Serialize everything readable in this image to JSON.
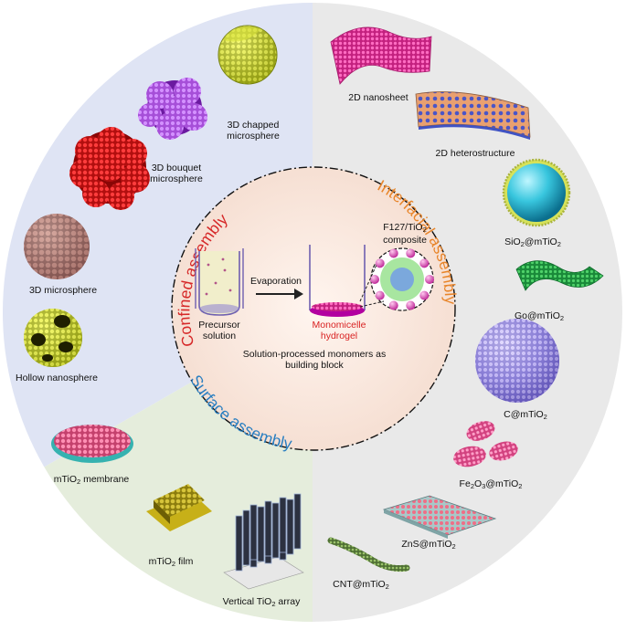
{
  "sectors": {
    "confined": {
      "title": "Confined assembly",
      "color": "#d62828",
      "bg": "#dfe4f4"
    },
    "interfacial": {
      "title": "Interfacial assembly",
      "color": "#e8852a",
      "bg": "#e9e9e9"
    },
    "surface": {
      "title": "Surface assembly",
      "color": "#2a7fc1",
      "bg": "#e5eddc"
    }
  },
  "center": {
    "precursor": [
      "Precursor",
      "solution"
    ],
    "arrow_label": "Evaporation",
    "hydrogel": [
      "Monomicelle",
      "hydrogel"
    ],
    "composite": [
      "F127/TiO",
      "2",
      " composite"
    ],
    "caption": [
      "Solution-processed monomers as",
      "building block"
    ]
  },
  "confined_items": [
    {
      "label": [
        "3D chapped",
        "microsphere"
      ]
    },
    {
      "label": [
        "3D bouquet",
        "microsphere"
      ]
    },
    {
      "label": [
        "3D microsphere"
      ]
    },
    {
      "label": [
        "Hollow nanosphere"
      ]
    }
  ],
  "interfacial_items": [
    {
      "label": "2D nanosheet"
    },
    {
      "label": "2D heterostructure"
    },
    {
      "label": [
        "SiO",
        "2",
        "@mTiO",
        "2"
      ]
    },
    {
      "label": [
        "Go@mTiO",
        "2"
      ]
    },
    {
      "label": [
        "C@mTiO",
        "2"
      ]
    },
    {
      "label": [
        "Fe",
        "2",
        "O",
        "3",
        "@mTiO",
        "2"
      ]
    },
    {
      "label": [
        "ZnS@mTiO",
        "2"
      ]
    },
    {
      "label": [
        "CNT@mTiO",
        "2"
      ]
    }
  ],
  "surface_items": [
    {
      "label": [
        "mTiO",
        "2",
        " membrane"
      ]
    },
    {
      "label": [
        "mTiO",
        "2",
        " film"
      ]
    },
    {
      "label": [
        "Vertical TiO",
        "2",
        " array"
      ]
    }
  ],
  "icons": [
    "chapped-sphere-icon",
    "bouquet-sphere-icon",
    "microsphere-icon",
    "hollow-nanosphere-icon",
    "nanosheet-icon",
    "heterostructure-icon",
    "core-shell-sphere-icon",
    "graphene-sheet-icon",
    "carbon-sphere-icon",
    "ellipsoid-icon",
    "zns-plate-icon",
    "nanotube-icon",
    "membrane-dish-icon",
    "film-icon",
    "rod-array-icon",
    "beaker-icon",
    "micelle-icon"
  ]
}
